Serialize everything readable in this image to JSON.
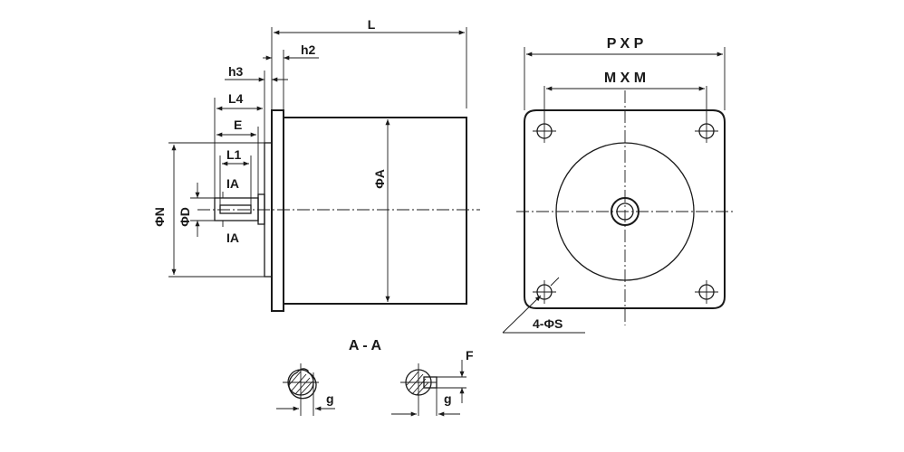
{
  "labels": {
    "L": "L",
    "h2": "h2",
    "h3": "h3",
    "L4": "L4",
    "E": "E",
    "L1": "L1",
    "phiA": "ΦA",
    "phiN": "ΦN",
    "phiD": "ΦD",
    "IA_top": "IA",
    "IA_bottom": "IA",
    "PxP": "P X P",
    "MxM": "M X M",
    "holes": "4-ΦS",
    "section": "A - A",
    "F": "F",
    "g_left": "g",
    "g_right": "g"
  }
}
